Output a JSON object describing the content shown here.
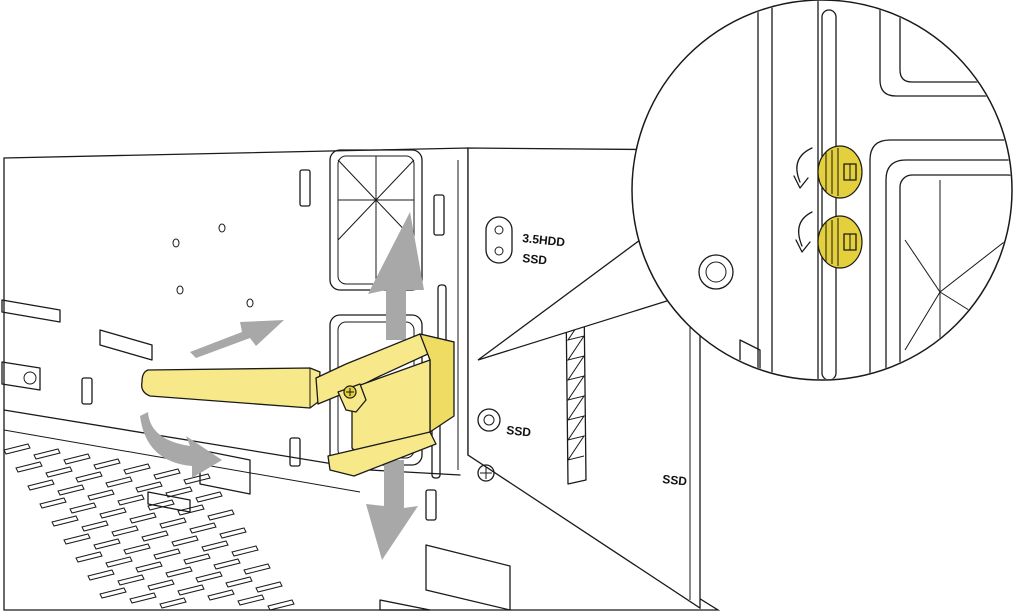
{
  "labels": {
    "hdd35_label": "3.5HDD",
    "ssd_upper_label": "SSD",
    "ssd_middle_label": "SSD",
    "ssd_right_label": "SSD"
  },
  "colors": {
    "bracket": "#f7e98a",
    "screw": "#e4cf3c",
    "arrows": "#a8a8a8",
    "lines": "#1a1a1a"
  },
  "icons": {
    "arrows": [
      "arrow-up",
      "arrow-down",
      "arrow-up-right",
      "arrow-curve-down"
    ],
    "zoom": "magnifier-callout",
    "screws": [
      "thumbscrew",
      "thumbscrew"
    ]
  }
}
